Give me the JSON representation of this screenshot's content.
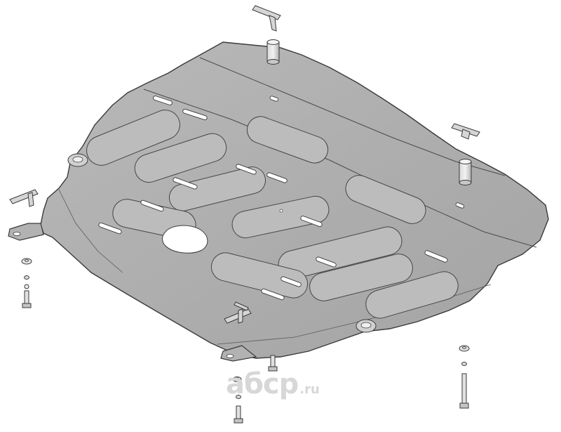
{
  "image": {
    "subject": "skid-plate-assembly-drawing",
    "colors": {
      "plate_fill": "#aeaeae",
      "plate_edge": "#3a3a3a",
      "rib_fill": "#bcbcbc",
      "part_fill": "#c9c9c9",
      "background": "#ffffff",
      "watermark": "#d7d7d7"
    }
  },
  "watermark": {
    "main_text": "aбcp",
    "tld_text": ".ru"
  }
}
